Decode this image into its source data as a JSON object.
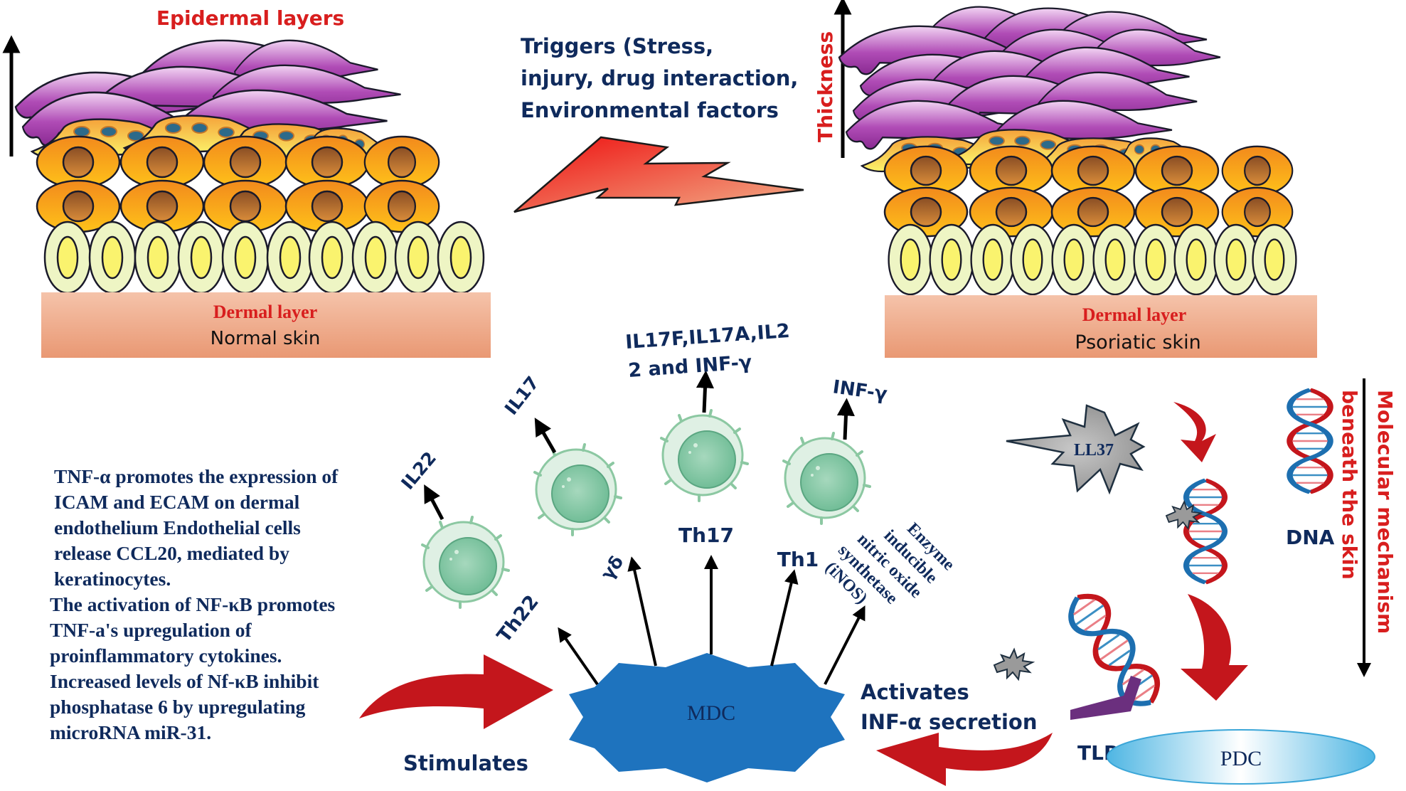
{
  "title": "Molecular mechanism of psoriasis",
  "skin": {
    "normal": {
      "epidermal_label": "Epidermal layers",
      "dermal_label": "Dermal layer",
      "caption": "Normal skin"
    },
    "psoriatic": {
      "thickness_label": "Thickness",
      "dermal_label": "Dermal layer",
      "caption": "Psoriatic skin"
    },
    "triggers": {
      "lines": [
        "Triggers (Stress,",
        "injury, drug interaction,",
        "Environmental factors"
      ]
    }
  },
  "cells": [
    {
      "name": "Th22",
      "product": "IL22"
    },
    {
      "name": "γδ",
      "product": "IL17"
    },
    {
      "name": "Th17",
      "product_lines": [
        "IL17F,IL17A,IL2",
        "2 and INF-γ"
      ]
    },
    {
      "name": "Th1",
      "product": "INF-γ"
    }
  ],
  "enzyme": {
    "lines": [
      "Enzyme",
      "inducible",
      "nitric oxide",
      "synthetase",
      "(iNOS)"
    ]
  },
  "mdc": {
    "label": "MDC"
  },
  "pdc": {
    "label": "PDC"
  },
  "ll37": {
    "label": "LL37"
  },
  "tlr": {
    "label": "TLR"
  },
  "dna": {
    "label": "DNA"
  },
  "molecular_label": [
    "Molecular mechanism",
    "beneath the skin"
  ],
  "activates": [
    "Activates",
    "INF-α secretion"
  ],
  "stimulates": "Stimulates",
  "notes": {
    "tnf": [
      "TNF-α promotes the expression of",
      "ICAM and ECAM on dermal",
      "endothelium Endothelial cells",
      "release CCL20, mediated by",
      "keratinocytes."
    ],
    "nfkb": [
      "The activation of NF-κB promotes",
      "TNF-a's upregulation of",
      "proinflammatory cytokines.",
      "Increased levels of Nf-κB inhibit",
      "phosphatase 6 by upregulating",
      "microRNA miR-31."
    ]
  },
  "colors": {
    "navy_text": "#0f2a5c",
    "red_text": "#d81e1e",
    "mdc_fill": "#1e73be",
    "pdc_fill": "#5bc0e8",
    "curved_arrow": "#c4161c",
    "corneocyte": "#a23aa8",
    "granular": "#f6d84a",
    "spinous": "#f4a21b",
    "basal": "#eef5c4",
    "dermis": "#eeaa88"
  }
}
